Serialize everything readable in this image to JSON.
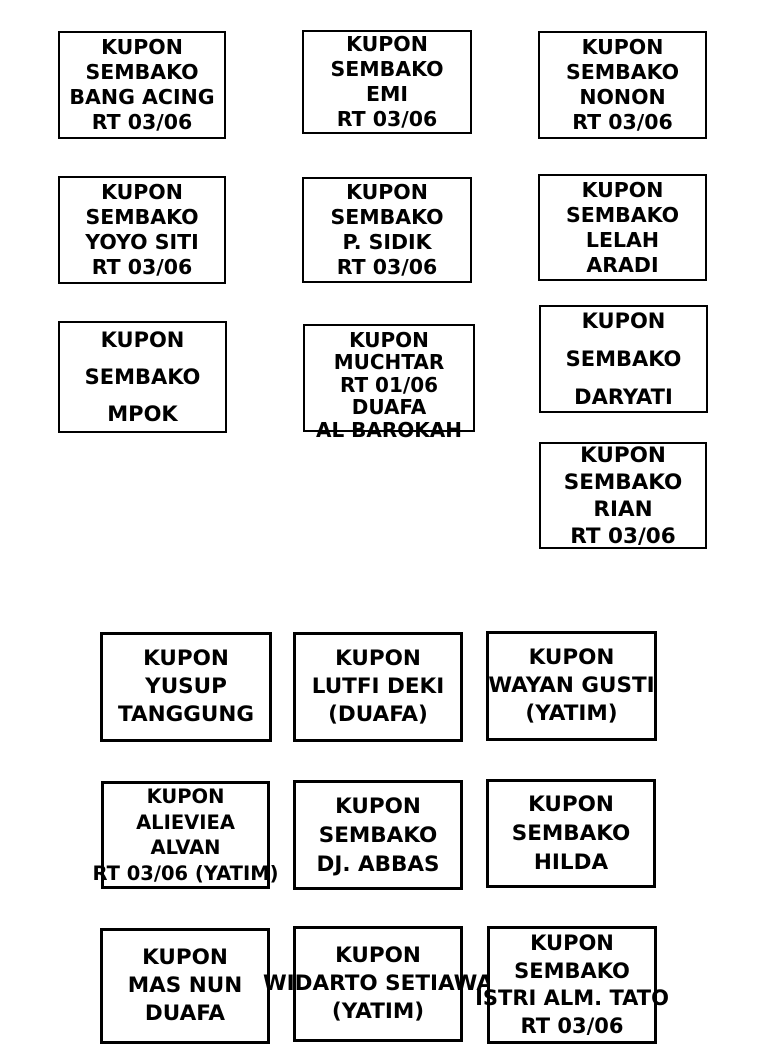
{
  "page": {
    "background": "#ffffff",
    "text_color": "#000000",
    "border_color": "#000000"
  },
  "coupons": [
    {
      "id": "bang-acing",
      "lines": [
        "KUPON",
        "SEMBAKO",
        "BANG ACING",
        "RT 03/06"
      ]
    },
    {
      "id": "emi",
      "lines": [
        "KUPON",
        "SEMBAKO",
        "EMI",
        "RT 03/06"
      ]
    },
    {
      "id": "nonon",
      "lines": [
        "KUPON",
        "SEMBAKO",
        "NONON",
        "RT 03/06"
      ]
    },
    {
      "id": "yoyo-siti",
      "lines": [
        "KUPON",
        "SEMBAKO",
        "YOYO SITI",
        "RT 03/06"
      ]
    },
    {
      "id": "p-sidik",
      "lines": [
        "KUPON",
        "SEMBAKO",
        "P. SIDIK",
        "RT 03/06"
      ]
    },
    {
      "id": "lelah-aradi",
      "lines": [
        "KUPON",
        "SEMBAKO",
        "LELAH",
        "ARADI"
      ]
    },
    {
      "id": "mpok",
      "lines": [
        "KUPON",
        "SEMBAKO",
        "MPOK"
      ]
    },
    {
      "id": "muchtar",
      "lines": [
        "KUPON",
        "MUCHTAR",
        "RT 01/06",
        "DUAFA",
        "AL BAROKAH"
      ]
    },
    {
      "id": "daryati",
      "lines": [
        "KUPON",
        "SEMBAKO",
        "DARYATI"
      ]
    },
    {
      "id": "rian",
      "lines": [
        "KUPON",
        "SEMBAKO",
        "RIAN",
        "RT 03/06"
      ]
    },
    {
      "id": "yusup-tanggung",
      "lines": [
        "KUPON",
        "YUSUP",
        "TANGGUNG"
      ]
    },
    {
      "id": "lutfi-deki",
      "lines": [
        "KUPON",
        "LUTFI DEKI",
        "(DUAFA)"
      ]
    },
    {
      "id": "wayan-gusti",
      "lines": [
        "KUPON",
        "WAYAN GUSTI",
        "(YATIM)"
      ]
    },
    {
      "id": "alieviea-alvan",
      "lines": [
        "KUPON",
        "ALIEVIEA",
        "ALVAN",
        "RT 03/06 (YATIM)"
      ]
    },
    {
      "id": "dj-abbas",
      "lines": [
        "KUPON",
        "SEMBAKO",
        "DJ. ABBAS"
      ]
    },
    {
      "id": "hilda",
      "lines": [
        "KUPON",
        "SEMBAKO",
        "HILDA"
      ]
    },
    {
      "id": "mas-nun",
      "lines": [
        "KUPON",
        "MAS NUN",
        "DUAFA"
      ]
    },
    {
      "id": "widarto-setiawa",
      "lines": [
        "KUPON",
        "WIDARTO SETIAWA",
        "(YATIM)"
      ]
    },
    {
      "id": "istri-alm-tato",
      "lines": [
        "KUPON",
        "SEMBAKO",
        "ISTRI ALM. TATO",
        "RT 03/06"
      ]
    }
  ]
}
